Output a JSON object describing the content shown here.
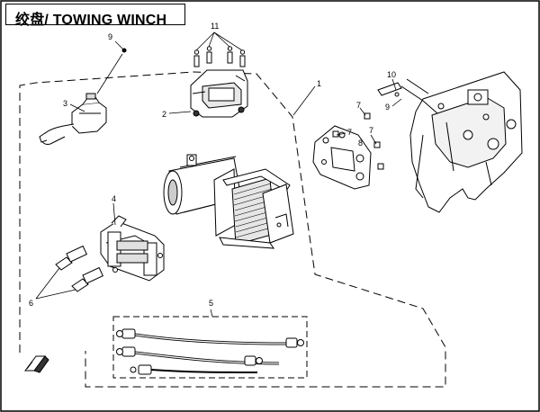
{
  "title": "绞盘/ TOWING WINCH",
  "callouts": {
    "c1": "1",
    "c2": "2",
    "c3": "3",
    "c4": "4",
    "c5": "5",
    "c6": "6",
    "c7a": "7",
    "c7b": "7",
    "c7c": "7",
    "c8": "8",
    "c9a": "9",
    "c9b": "9",
    "c10": "10",
    "c11": "11"
  },
  "colors": {
    "line": "#000000",
    "fill": "#ffffff",
    "shade": "#d0d0d0"
  }
}
